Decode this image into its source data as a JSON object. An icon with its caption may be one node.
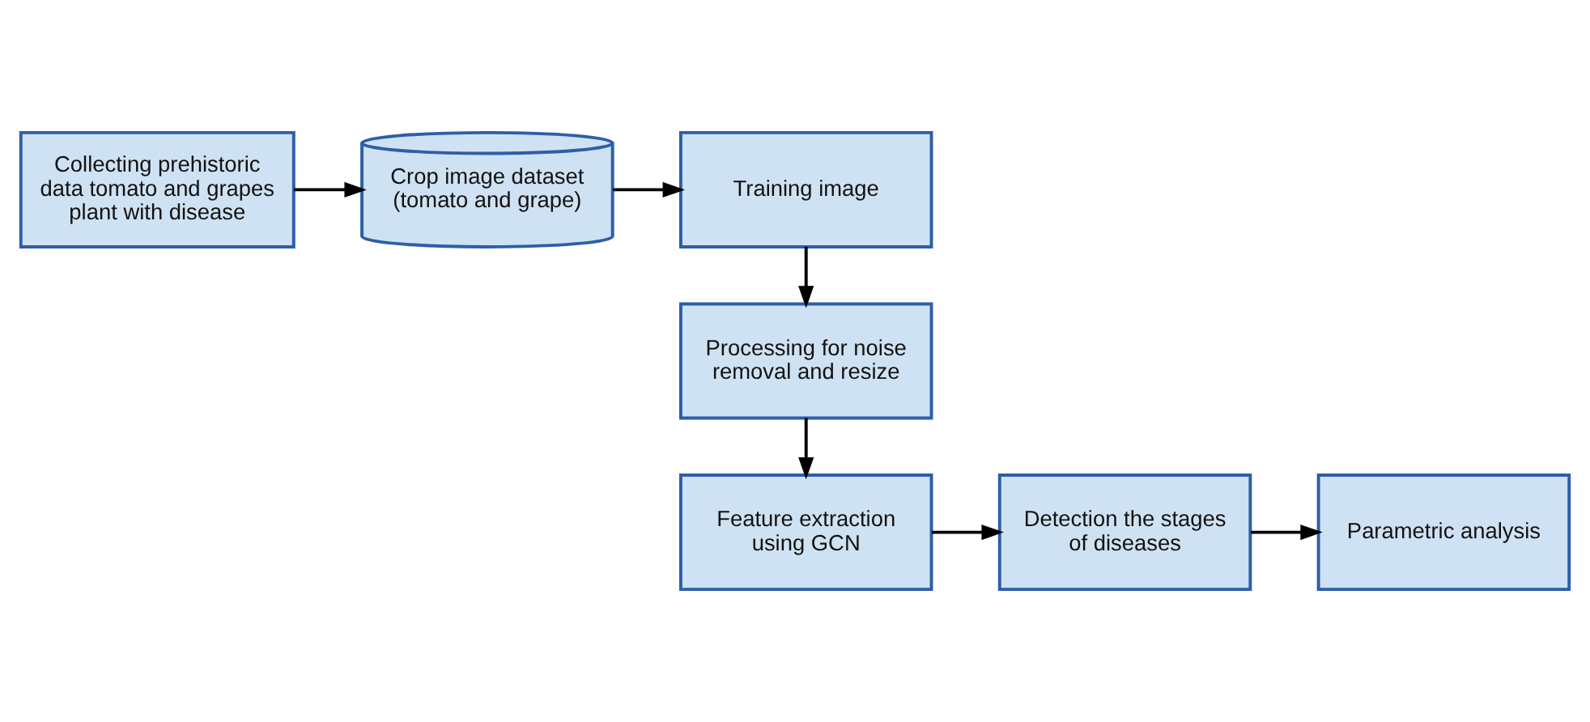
{
  "diagram": {
    "nodes": [
      {
        "text": [
          "Collecting prehistoric data tomato and grapes plant with disease"
        ]
      },
      {
        "text": [
          "Crop image dataset (tomato and grape)"
        ]
      },
      {
        "text": [
          "Training image"
        ]
      },
      {
        "text": [
          "Processing for noise removal and resize"
        ]
      },
      {
        "text": [
          "Feature extraction using GCN"
        ]
      },
      {
        "text": [
          "Detection the stages of diseases"
        ]
      },
      {
        "text": [
          "Parametric analysis"
        ]
      }
    ],
    "edges": [
      {
        "from": 0,
        "to": 1,
        "arrow": "to"
      },
      {
        "from": 1,
        "to": 2,
        "arrow": "to"
      },
      {
        "from": 2,
        "to": 3,
        "arrow": "to"
      },
      {
        "from": 3,
        "to": 4,
        "arrow": "to"
      },
      {
        "from": 4,
        "to": 5,
        "arrow": "to"
      },
      {
        "from": 5,
        "to": 6,
        "arrow": "to"
      }
    ]
  }
}
